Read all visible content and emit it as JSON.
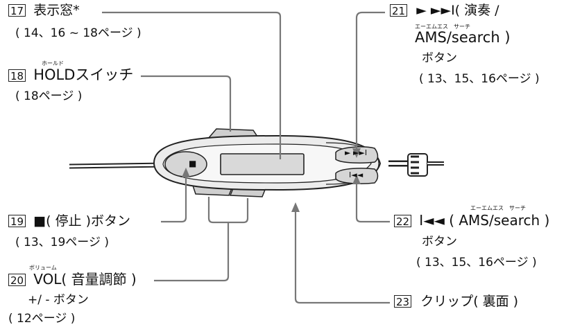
{
  "callouts": [
    {
      "num": "17",
      "title": "表示窓*",
      "pages": "( 14、16 ~ 18ページ )"
    },
    {
      "num": "18",
      "ruby": "ホールド",
      "title": "HOLDスイッチ",
      "pages": "( 18ページ )"
    },
    {
      "num": "19",
      "title": "■( 停止 )ボタン",
      "pages": "( 13、19ページ )"
    },
    {
      "num": "20",
      "ruby": "ボリューム",
      "title": "VOL( 音量調節 )",
      "line2": "+/ - ボタン",
      "pages": "( 12ページ )"
    },
    {
      "num": "21",
      "title": "► ►►I( 演奏 /",
      "ruby": "エーエムエス　サーチ",
      "line2": "AMS/search )",
      "line3": "ボタン",
      "pages": "( 13、15、16ページ )"
    },
    {
      "num": "22",
      "ruby": "エーエムエス　サーチ",
      "title": "I◄◄ ( AMS/search )",
      "line2": "ボタン",
      "pages": "( 13、15、16ページ )"
    },
    {
      "num": "23",
      "title": "クリップ( 裏面 )"
    }
  ],
  "device": {
    "stop_glyph": "■",
    "play_glyph": "► ►►I",
    "prev_glyph": "I◄◄"
  }
}
